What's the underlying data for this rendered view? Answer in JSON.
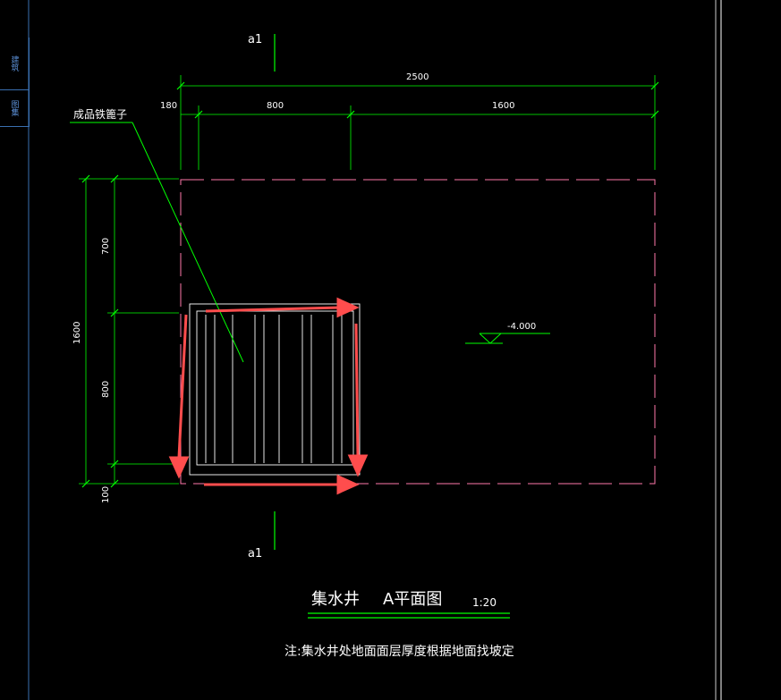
{
  "sidebar": {
    "tabs": [
      {
        "label": "建筑"
      },
      {
        "label": "图集"
      }
    ]
  },
  "drawing": {
    "section_mark_top": "a1",
    "section_mark_bottom": "a1",
    "dim_top_total": "2500",
    "dim_top_left": "180",
    "dim_top_mid": "800",
    "dim_top_right": "1600",
    "dim_left_total": "1600",
    "dim_left_top": "700",
    "dim_left_mid": "800",
    "dim_left_bottom": "100",
    "leader_label": "成品铁篦子",
    "elevation": "-4.000",
    "title_main": "集水井",
    "title_sub": "A平面图",
    "scale": "1:20",
    "note": "注:集水井处地面面层厚度根据地面找坡定"
  },
  "colors": {
    "background": "#000000",
    "dimension": "#00ff00",
    "outline_dashed": "#ff77aa",
    "grate": "#ffffff",
    "arrow": "#ff4d4d",
    "frame": "#ffffff",
    "sidebar": "#3a6fb0"
  }
}
